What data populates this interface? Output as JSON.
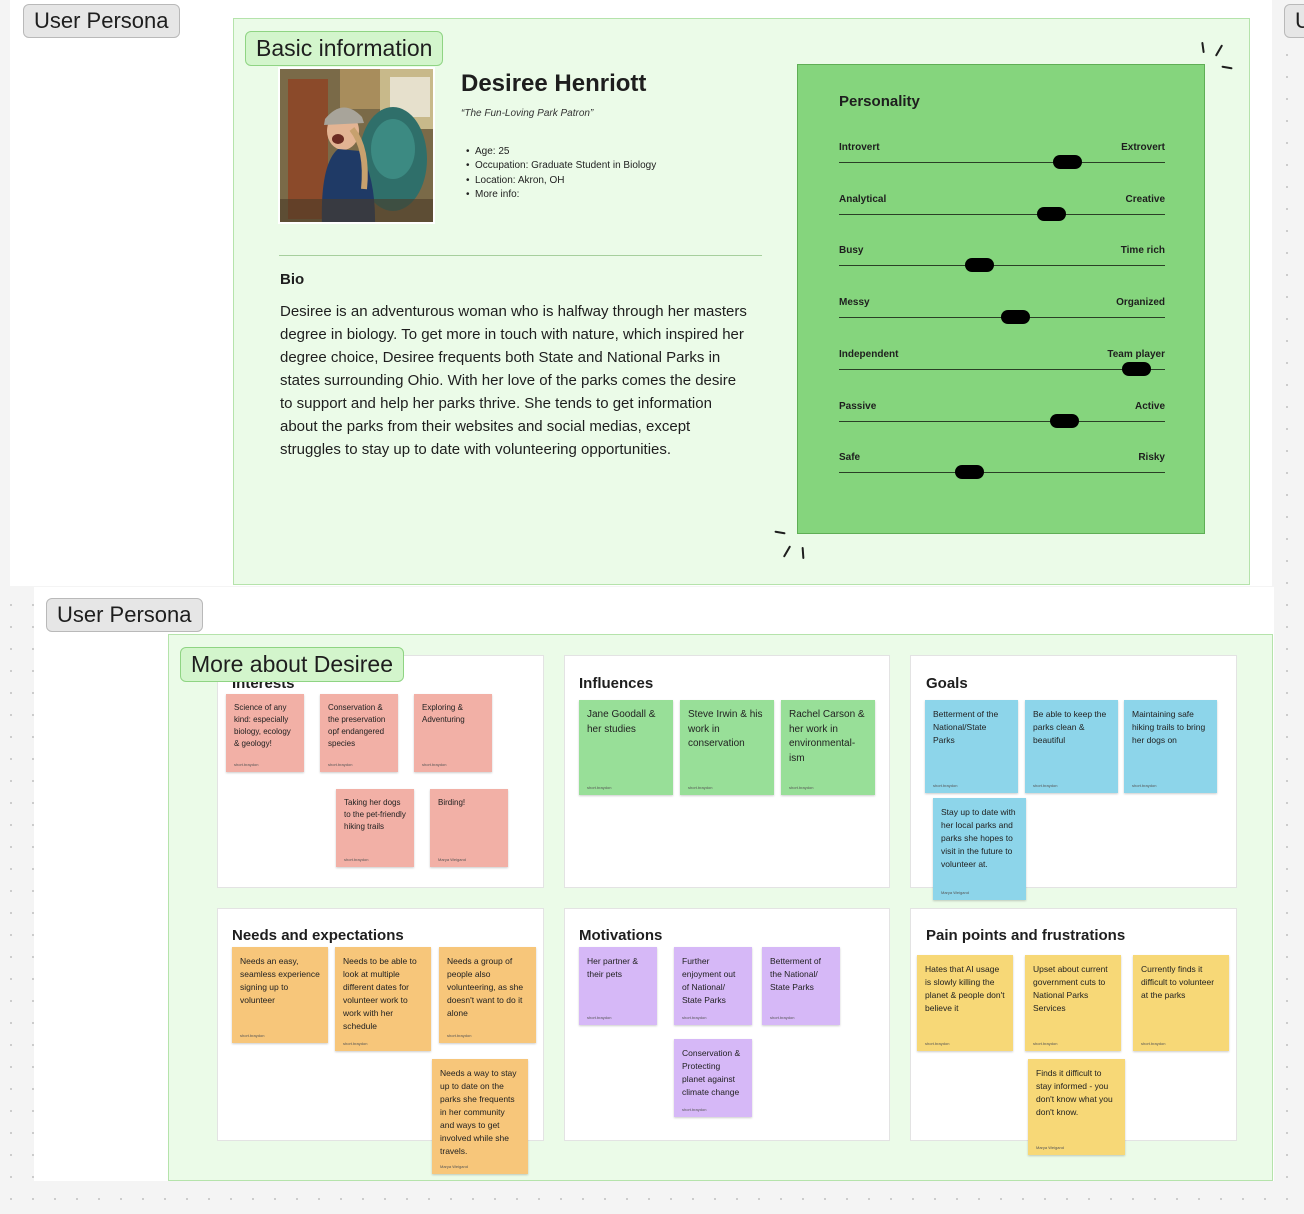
{
  "frame_labels": {
    "top": "User Persona",
    "bottom": "User Persona",
    "right_edge": "U"
  },
  "basic": {
    "section_label": "Basic information",
    "name": "Desiree Henriott",
    "quote": "“The Fun-Loving Park Patron”",
    "facts": [
      "Age: 25",
      "Occupation: Graduate Student in Biology",
      "Location: Akron, OH",
      "More info:"
    ],
    "bio_title": "Bio",
    "bio_text": "Desiree is an adventurous woman who is halfway through her masters degree in biology. To get more in touch with nature, which inspired her degree choice, Desiree frequents both State and National Parks in states surrounding Ohio. With her love of the parks comes the desire to support and help her parks thrive. She tends to get information about the parks from their websites and social medias, except struggles to stay up to date with volunteering opportunities."
  },
  "personality": {
    "title": "Personality",
    "traits": [
      {
        "left": "Introvert",
        "right": "Extrovert",
        "value": 0.7
      },
      {
        "left": "Analytical",
        "right": "Creative",
        "value": 0.65
      },
      {
        "left": "Busy",
        "right": "Time rich",
        "value": 0.43
      },
      {
        "left": "Messy",
        "right": "Organized",
        "value": 0.54
      },
      {
        "left": "Independent",
        "right": "Team player",
        "value": 0.91
      },
      {
        "left": "Passive",
        "right": "Active",
        "value": 0.69
      },
      {
        "left": "Safe",
        "right": "Risky",
        "value": 0.4
      }
    ]
  },
  "more": {
    "section_label": "More about Desiree",
    "interests": {
      "title": "Interests",
      "notes": [
        {
          "text": "Science of any kind: especially biology, ecology & geology!",
          "author": "short.braydon"
        },
        {
          "text": "Conservation & the preservation opf endangered species",
          "author": "short.braydon"
        },
        {
          "text": "Exploring & Adventuring",
          "author": "short.braydon"
        },
        {
          "text": "Taking her dogs to the pet-friendly hiking trails",
          "author": "short.braydon"
        },
        {
          "text": "Birding!",
          "author": "Marya Weigand"
        }
      ]
    },
    "influences": {
      "title": "Influences",
      "notes": [
        {
          "text": "Jane Goodall & her studies",
          "author": "short.braydon"
        },
        {
          "text": "Steve Irwin & his work in conservation",
          "author": "short.braydon"
        },
        {
          "text": "Rachel Carson & her work in environmental-ism",
          "author": "short.braydon"
        }
      ]
    },
    "goals": {
      "title": "Goals",
      "notes": [
        {
          "text": "Betterment of the National/State Parks",
          "author": "short.braydon"
        },
        {
          "text": "Be able to keep the parks clean & beautiful",
          "author": "short.braydon"
        },
        {
          "text": "Maintaining safe hiking trails to bring her dogs on",
          "author": "short.braydon"
        },
        {
          "text": "Stay up to date with her local parks and parks she hopes to visit in the future to volunteer at.",
          "author": "Marya Weigand"
        }
      ]
    },
    "needs": {
      "title": "Needs and expectations",
      "notes": [
        {
          "text": "Needs an easy, seamless experience signing up to volunteer",
          "author": "short.braydon"
        },
        {
          "text": "Needs to be able to look at multiple different dates for volunteer work to work with her schedule",
          "author": "short.braydon"
        },
        {
          "text": "Needs a group of people also volunteering, as she doesn't want to do it alone",
          "author": "short.braydon"
        },
        {
          "text": "Needs a way to stay up to date on the parks she frequents in her community and ways to get involved while she travels.",
          "author": "Marya Weigand"
        }
      ]
    },
    "motivations": {
      "title": "Motivations",
      "notes": [
        {
          "text": "Her partner & their pets",
          "author": "short.braydon"
        },
        {
          "text": "Further enjoyment out of National/ State Parks",
          "author": "short.braydon"
        },
        {
          "text": "Betterment of the National/ State Parks",
          "author": "short.braydon"
        },
        {
          "text": "Conservation & Protecting planet against climate change",
          "author": "short.braydon"
        }
      ]
    },
    "pain": {
      "title": "Pain points and frustrations",
      "notes": [
        {
          "text": "Hates that AI usage is slowly killing the planet & people don't believe it",
          "author": "short.braydon"
        },
        {
          "text": "Upset about current government cuts to National Parks Services",
          "author": "short.braydon"
        },
        {
          "text": "Currently finds it difficult to volunteer at the parks",
          "author": "short.braydon"
        },
        {
          "text": "Finds it difficult to stay informed - you don't know what you don't know.",
          "author": "Marya Weigand"
        }
      ]
    }
  }
}
